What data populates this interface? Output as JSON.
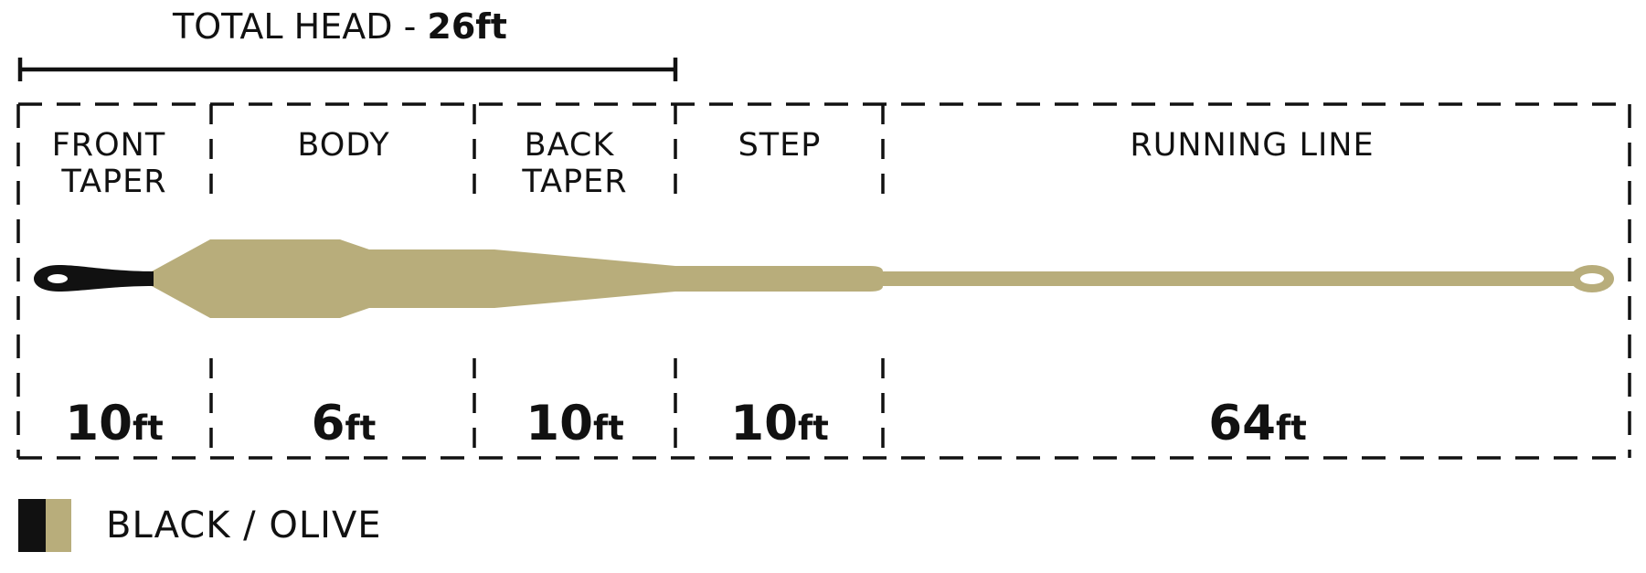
{
  "total_head": {
    "label": "TOTAL HEAD - ",
    "value": "26",
    "unit": "ft"
  },
  "sections": [
    {
      "id": "front-taper",
      "label_lines": [
        "FRONT",
        "TAPER"
      ],
      "length": "10",
      "unit": "ft"
    },
    {
      "id": "body",
      "label_lines": [
        "BODY"
      ],
      "length": "6",
      "unit": "ft"
    },
    {
      "id": "back-taper",
      "label_lines": [
        "BACK",
        "TAPER"
      ],
      "length": "10",
      "unit": "ft"
    },
    {
      "id": "step",
      "label_lines": [
        "STEP"
      ],
      "length": "10",
      "unit": "ft"
    },
    {
      "id": "running-line",
      "label_lines": [
        "RUNNING LINE"
      ],
      "length": "64",
      "unit": "ft"
    }
  ],
  "legend": {
    "label": "BLACK / OLIVE",
    "colors": [
      "#111111",
      "#b8ad7b"
    ]
  },
  "colors": {
    "line_olive": "#b8ad7b",
    "tip_black": "#111111",
    "ink": "#111111"
  }
}
